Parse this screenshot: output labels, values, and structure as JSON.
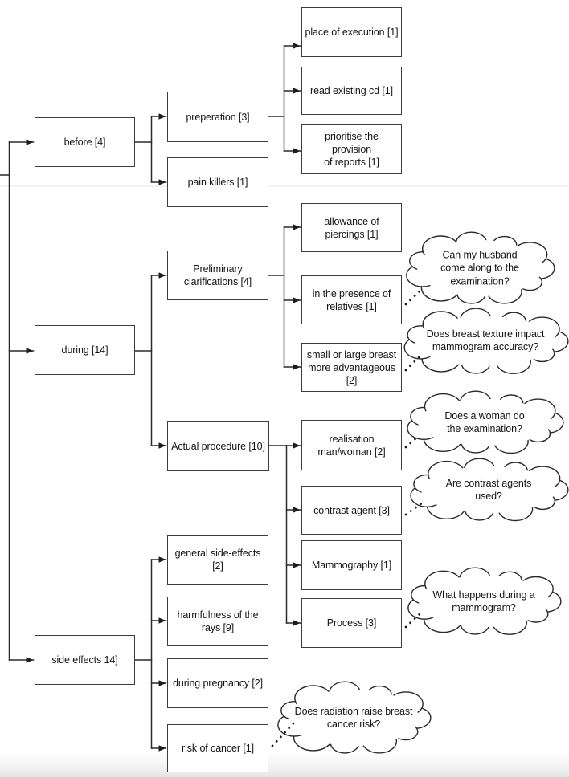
{
  "meta": {
    "colors": {
      "ink": "#222222",
      "background": "#ffffff"
    }
  },
  "nodes": {
    "before": {
      "label": "before [4]"
    },
    "during": {
      "label": "during [14]"
    },
    "side_effects": {
      "label": "side effects 14]"
    },
    "preperation": {
      "label": "preperation [3]"
    },
    "pain_killers": {
      "label": "pain killers [1]"
    },
    "place_of_execution": {
      "label": "place of execution [1]"
    },
    "read_existing_cd": {
      "label": "read existing cd [1]"
    },
    "prioritise_reports": {
      "label": "prioritise the provision\nof reports [1]"
    },
    "preliminary_clarifications": {
      "label": "Preliminary\nclarifications [4]"
    },
    "allowance_piercings": {
      "label": "allowance of\npiercings [1]"
    },
    "presence_relatives": {
      "label": "in the presence of\nrelatives [1]"
    },
    "small_large_breast": {
      "label": "small or large breast\nmore advantageous\n[2]"
    },
    "actual_procedure": {
      "label": "Actual procedure [10]"
    },
    "realisation_man_woman": {
      "label": "realisation\nman/woman [2]"
    },
    "contrast_agent": {
      "label": "contrast agent [3]"
    },
    "mammography": {
      "label": "Mammography [1]"
    },
    "process": {
      "label": "Process [3]"
    },
    "general_side_effects": {
      "label": "general side-effects\n[2]"
    },
    "harmfulness_rays": {
      "label": "harmfulness of the\nrays [9]"
    },
    "during_pregnancy": {
      "label": "during pregnancy [2]"
    },
    "risk_of_cancer": {
      "label": "risk of cancer [1]"
    }
  },
  "clouds": {
    "husband": {
      "text": "Can my husband\ncome along to the\nexamination?"
    },
    "texture": {
      "text": "Does breast texture impact\nmammogram accuracy?"
    },
    "woman": {
      "text": "Does a woman do\nthe examination?"
    },
    "contrast": {
      "text": "Are contrast agents\nused?"
    },
    "mammogram": {
      "text": "What happens during a\nmammogram?"
    },
    "radiation": {
      "text": "Does radiation raise breast\ncancer risk?"
    }
  }
}
